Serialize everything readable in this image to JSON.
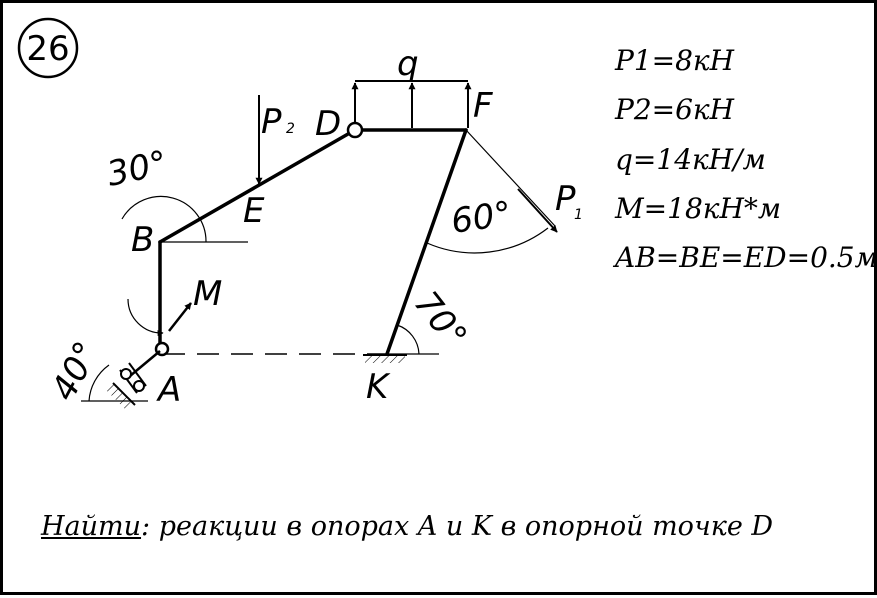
{
  "problem_number": "26",
  "labels": {
    "A": "A",
    "B": "B",
    "D": "D",
    "E": "E",
    "F": "F",
    "K": "K",
    "q": "q",
    "M": "M",
    "P": "P",
    "P1_sub": "1",
    "P2_sub": "2"
  },
  "angles": {
    "ang_30": "30°",
    "ang_60": "60°",
    "ang_70": "70°",
    "ang_40": "40°"
  },
  "given": [
    "P1=8кН",
    "P2=6кН",
    "q=14кН/м",
    "M=18кН*м",
    "AB=BE=ED=0.5м"
  ],
  "task": {
    "prefix": "Найти",
    "text": ": реакции в опорах A и K в опорной точке D"
  }
}
